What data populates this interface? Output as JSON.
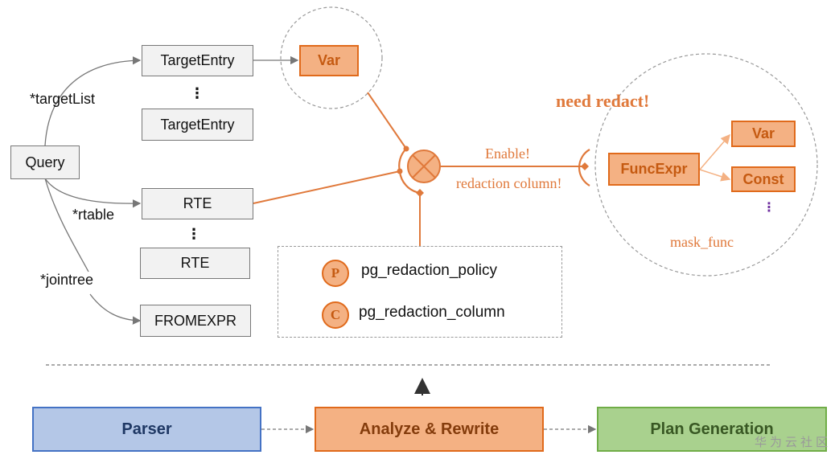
{
  "query": {
    "label": "Query"
  },
  "edges": {
    "target_list": "*targetList",
    "rtable": "*rtable",
    "jointree": "*jointree"
  },
  "nodes": {
    "target_entry_1": "TargetEntry",
    "target_entry_2": "TargetEntry",
    "rte_1": "RTE",
    "rte_2": "RTE",
    "fromexpr": "FROMEXPR",
    "ellipsis_v": "⋮"
  },
  "var_node": "Var",
  "junction": {
    "enable_label": "Enable!",
    "redaction_column_label": "redaction column!"
  },
  "mask_func": {
    "title": "need redact!",
    "func_expr": "FuncExpr",
    "var": "Var",
    "const": "Const",
    "ellipsis": "⋮",
    "caption": "mask_func"
  },
  "catalogs": [
    {
      "badge": "P",
      "name": "pg_redaction_policy"
    },
    {
      "badge": "C",
      "name": "pg_redaction_column"
    }
  ],
  "pipeline": {
    "stages": [
      "Parser",
      "Analyze & Rewrite",
      "Plan Generation"
    ]
  },
  "watermark": "华为云社区",
  "colors": {
    "accent": "#e0793b",
    "orange_fill": "#f4b183",
    "parser_fill": "#b4c7e7",
    "plan_fill": "#a9d18e"
  }
}
